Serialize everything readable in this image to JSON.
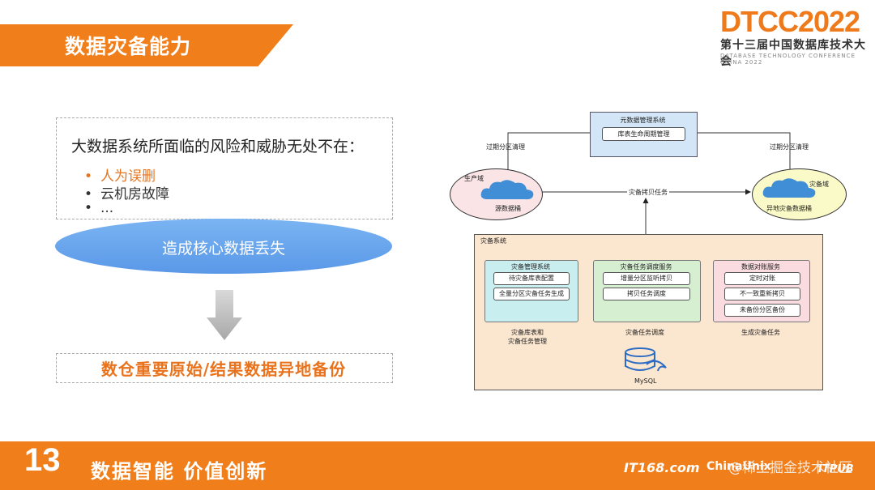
{
  "header": {
    "title": "数据灾备能力"
  },
  "logo": {
    "main": "DTCC2022",
    "sub": "第十三届中国数据库技术大会",
    "en": "DATABASE TECHNOLOGY CONFERENCE CHINA 2022"
  },
  "left": {
    "risk_title": "大数据系统所面临的风险和威胁无处不在：",
    "risks": [
      "人为误删",
      "云机房故障",
      "..."
    ],
    "loss": "造成核心数据丢失",
    "backup": "数仓重要原始/结果数据异地备份"
  },
  "diagram": {
    "meta_title": "元数据管理系统",
    "meta_item": "库表生命周期管理",
    "expire_left": "过期分区清理",
    "expire_right": "过期分区清理",
    "prod_domain": "生产域",
    "prod_bucket": "源数据桶",
    "dr_domain": "灾备域",
    "dr_bucket": "异地灾备数据桶",
    "copy_task": "灾备拷贝任务",
    "system_title": "灾备系统",
    "mgr": {
      "title": "灾备管理系统",
      "items": [
        "待灾备库表配置",
        "全量分区灾备任务生成"
      ]
    },
    "task": {
      "title": "灾备任务调度服务",
      "items": [
        "增量分区监听拷贝",
        "拷贝任务调度"
      ]
    },
    "recon": {
      "title": "数据对账服务",
      "items": [
        "定时对账",
        "不一致重新拷贝",
        "未备份分区备份"
      ]
    },
    "flow_left_1": "灾备库表和",
    "flow_left_2": "灾备任务管理",
    "flow_mid": "灾备任务调度",
    "flow_right": "生成灾备任务",
    "db": "MySQL"
  },
  "footer": {
    "number": "13",
    "slogan": "数据智能  价值创新",
    "it168": "IT168.com",
    "chinaunix": "ChinaUnix",
    "itpub": "ITPUB",
    "watermark": "@稀土掘金技术社区"
  },
  "colors": {
    "accent": "#f07e1b",
    "loss": "#5a98e8",
    "highlight": "#e8731c"
  }
}
